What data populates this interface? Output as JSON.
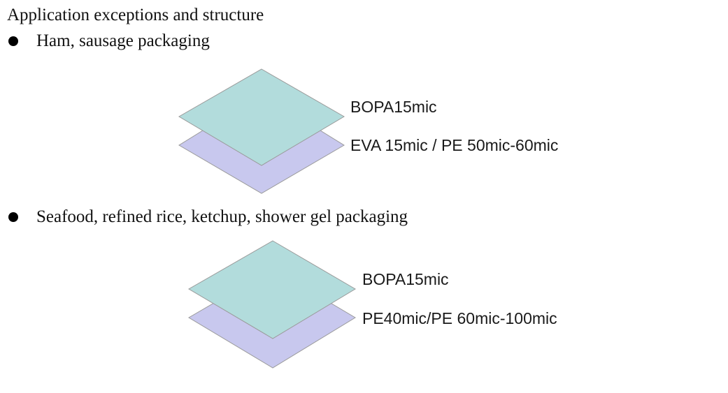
{
  "title": "Application exceptions and structure",
  "colors": {
    "top_layer": "#b2dcdc",
    "bottom_layer": "#c8c8ee",
    "outline": "#9a9a9a"
  },
  "sections": [
    {
      "bullet": "Ham, sausage  packaging",
      "layers": {
        "top": "BOPA15mic",
        "bottom": "EVA 15mic / PE 50mic-60mic"
      }
    },
    {
      "bullet": "Seafood, refined rice, ketchup, shower gel  packaging",
      "layers": {
        "top": "BOPA15mic",
        "bottom": "PE40mic/PE 60mic-100mic"
      }
    }
  ]
}
